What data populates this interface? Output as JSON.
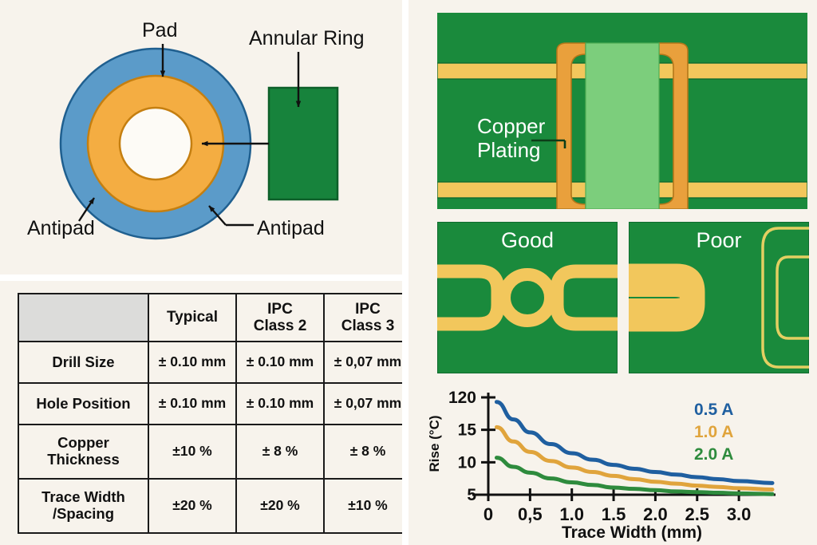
{
  "colors": {
    "page_background": "#ffffff",
    "panel_background": "#f7f3ec",
    "antipad_blue": "#5b9bc9",
    "antipad_blue_edge": "#1f5f8f",
    "pad_orange": "#f4ad42",
    "pad_orange_edge": "#c57f10",
    "hole_white": "#fdfbf6",
    "annular_green": "#17833c",
    "annular_green_edge": "#0d5f29",
    "arrow_black": "#111111",
    "pcb_green": "#1a8a3c",
    "pcb_green_dark": "#0f6b2e",
    "copper_gold": "#f2c75c",
    "copper_gold_edge": "#c98a1e",
    "plating_copper": "#e9a03c",
    "drill_light_green": "#7cce7c",
    "table_header_fill": "#dcdcda",
    "table_border": "#1a1a1a",
    "series_blue": "#1f5fa0",
    "series_orange": "#e0a43c",
    "series_green": "#2e8b3d"
  },
  "via_anatomy": {
    "labels": {
      "pad": "Pad",
      "annular_ring": "Annular Ring",
      "antipad_left": "Antipad",
      "antipad_right": "Antipad"
    }
  },
  "tolerance_table": {
    "corner_label": "",
    "columns": [
      "Typical",
      "IPC\nClass 2",
      "IPC\nClass 3"
    ],
    "columns_display": [
      {
        "line1": "Typical",
        "line2": ""
      },
      {
        "line1": "IPC",
        "line2": "Class 2"
      },
      {
        "line1": "IPC",
        "line2": "Class 3"
      }
    ],
    "rows": [
      {
        "label_line1": "Drill Size",
        "label_line2": "",
        "values": [
          "± 0.10 mm",
          "± 0.10 mm",
          "± 0,07 mm"
        ]
      },
      {
        "label_line1": "Hole Position",
        "label_line2": "",
        "values": [
          "± 0.10 mm",
          "± 0.10 mm",
          "± 0,07 mm"
        ]
      },
      {
        "label_line1": "Copper",
        "label_line2": "Thickness",
        "values": [
          "±10 %",
          "± 8 %",
          "± 8 %"
        ]
      },
      {
        "label_line1": "Trace Width",
        "label_line2": "/Spacing",
        "values": [
          "±20 %",
          "±20 %",
          "±10 %"
        ]
      }
    ]
  },
  "cross_section": {
    "label_line1": "Copper",
    "label_line2": "Plating"
  },
  "comparison": {
    "good_title": "Good",
    "poor_title": "Poor"
  },
  "chart_data": {
    "type": "line",
    "title": "",
    "xlabel": "Trace Width (mm)",
    "ylabel": "Rise (°C)",
    "xlim": [
      0,
      3.4
    ],
    "ylim": [
      5,
      20
    ],
    "grid": false,
    "legend_position": "upper-right",
    "xticks": [
      0,
      0.5,
      1.0,
      1.5,
      2.0,
      2.5,
      3.0
    ],
    "xticklabels": [
      "0",
      "0,5",
      "1.0",
      "1.5",
      "2.0",
      "2.5",
      "3.0"
    ],
    "yticks": [
      5,
      10,
      15,
      20
    ],
    "yticklabels": [
      "5",
      "10",
      "15",
      "120"
    ],
    "x": [
      0.1,
      0.3,
      0.5,
      0.75,
      1.0,
      1.25,
      1.5,
      1.75,
      2.0,
      2.25,
      2.5,
      2.75,
      3.0,
      3.4
    ],
    "series": [
      {
        "name": "0.5 A",
        "color": "#1f5fa0",
        "values": [
          19.3,
          16.6,
          14.6,
          12.8,
          11.4,
          10.4,
          9.6,
          9.0,
          8.5,
          8.1,
          7.7,
          7.4,
          7.1,
          6.8
        ]
      },
      {
        "name": "1.0 A",
        "color": "#e0a43c",
        "values": [
          15.4,
          13.2,
          11.6,
          10.2,
          9.2,
          8.5,
          7.9,
          7.4,
          7.0,
          6.7,
          6.4,
          6.2,
          6.0,
          5.8
        ]
      },
      {
        "name": "2.0 A",
        "color": "#2e8b3d",
        "values": [
          10.7,
          9.3,
          8.4,
          7.5,
          6.9,
          6.5,
          6.1,
          5.9,
          5.7,
          5.5,
          5.4,
          5.3,
          5.2,
          5.1
        ]
      }
    ]
  }
}
